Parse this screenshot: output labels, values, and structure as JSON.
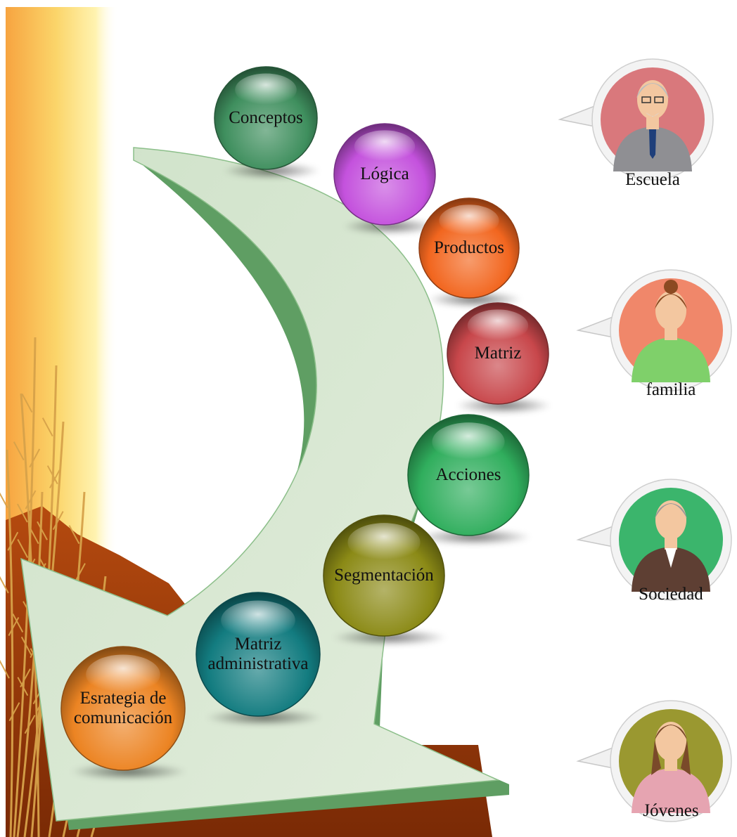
{
  "steps": [
    {
      "label": "Conceptos",
      "color": "#3f8f5e"
    },
    {
      "label": "Lógica",
      "color": "#c452dd"
    },
    {
      "label": "Productos",
      "color": "#f2661f"
    },
    {
      "label": "Matriz",
      "color": "#c8474b"
    },
    {
      "label": "Acciones",
      "color": "#30ae5d"
    },
    {
      "label": "Segmentación",
      "color": "#8b8a16"
    },
    {
      "label": "Matriz\nadministrativa",
      "color": "#137c80"
    },
    {
      "label": "Esrategia de\ncomunicación",
      "color": "#ec8423"
    }
  ],
  "audiences": [
    {
      "label": "Escuela",
      "icon": "elderly-man-teacher-icon",
      "bg": "#d9787c"
    },
    {
      "label": "familia",
      "icon": "woman-green-shirt-icon",
      "bg": "#f0876a"
    },
    {
      "label": "Sociedad",
      "icon": "elderly-woman-icon",
      "bg": "#3bb56c"
    },
    {
      "label": "Jóvenes",
      "icon": "young-woman-icon",
      "bg": "#9a9830"
    }
  ]
}
